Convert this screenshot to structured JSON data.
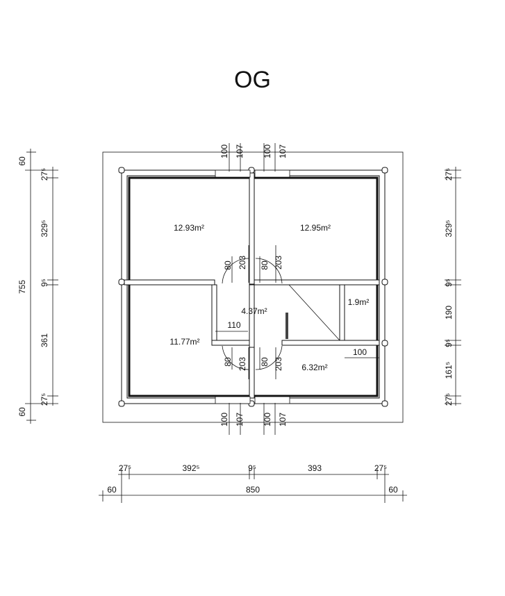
{
  "title": "OG",
  "rooms": {
    "nw": "12.93m²",
    "ne": "12.95m²",
    "hall": "4.37m²",
    "small": "1.9m²",
    "sw": "11.77m²",
    "se": "6.32m²"
  },
  "left_dims": {
    "total": "755",
    "top_ext": "60",
    "bot_ext": "60",
    "segments": [
      "27⁵",
      "329⁵",
      "9⁵",
      "361",
      "27⁵"
    ]
  },
  "right_dims": {
    "segments": [
      "27⁵",
      "329⁵",
      "9⁵",
      "190",
      "9⁵",
      "161⁵",
      "27⁵"
    ]
  },
  "bottom_dims": {
    "row1": [
      "27⁵",
      "392⁵",
      "9⁵",
      "393",
      "27⁵"
    ],
    "total": "850",
    "left_ext": "60",
    "right_ext": "60"
  },
  "window_dims": {
    "width": "100",
    "height": "107"
  },
  "door_dims": {
    "width": "80",
    "height": "203"
  },
  "inner_dims": {
    "hall_width": "110",
    "small_width": "100"
  }
}
